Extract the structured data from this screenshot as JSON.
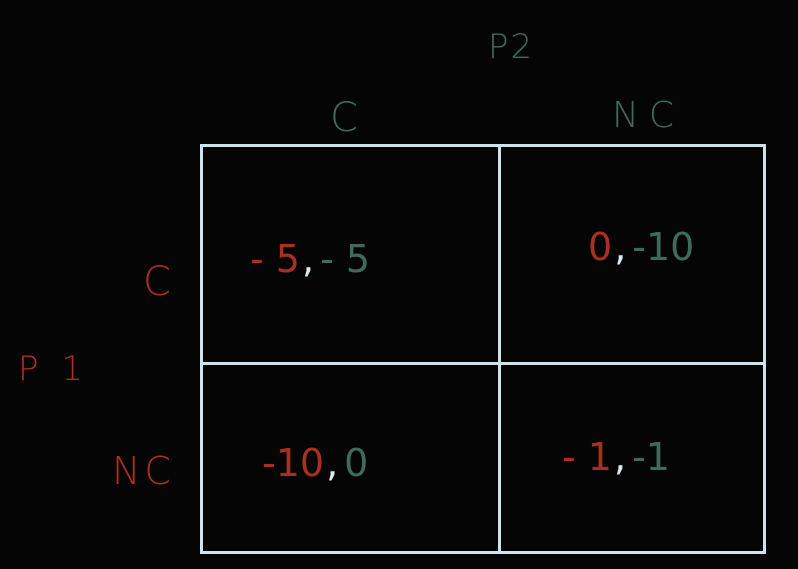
{
  "players": {
    "row_player": "P 1",
    "column_player": "P2"
  },
  "column_strategies": [
    "C",
    "NC"
  ],
  "row_strategies": [
    "C",
    "NC"
  ],
  "payoffs": [
    [
      {
        "p1": "- 5",
        "sep": ",",
        "p2": "- 5"
      },
      {
        "p1": "0",
        "sep": ",",
        "p2": "-10"
      }
    ],
    [
      {
        "p1": "-10",
        "sep": ",",
        "p2": "0"
      },
      {
        "p1": "- 1",
        "sep": ",",
        "p2": "-1"
      }
    ]
  ],
  "colors": {
    "player1": "#a9301f",
    "player2": "#3f6b5e",
    "grid": "#cfe3ec",
    "background": "#050505"
  }
}
